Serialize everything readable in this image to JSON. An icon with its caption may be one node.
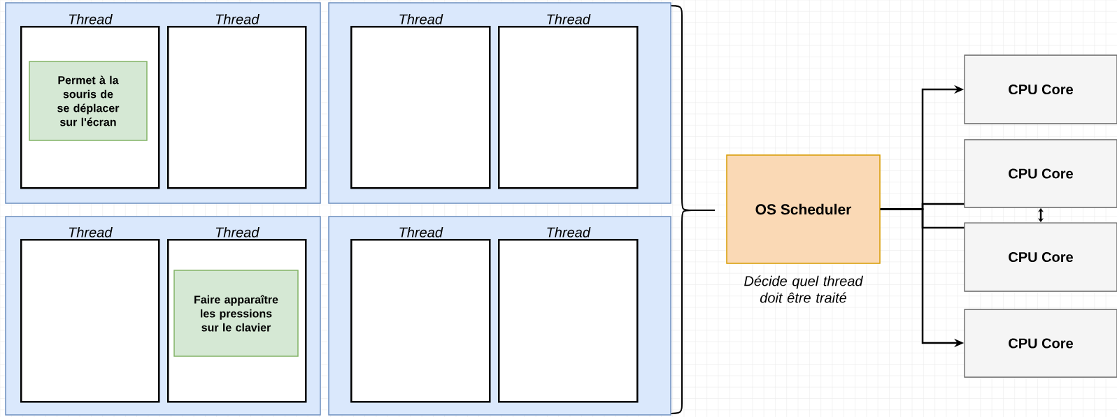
{
  "diagram": {
    "nodes": [
      {
        "text": [],
        "shape": "box"
      },
      {
        "text": [
          "Thread"
        ],
        "in": 0
      },
      {
        "text": [
          "Thread"
        ],
        "in": 0
      },
      {
        "text": [
          "Permet à la souris de se déplacer sur l'écran"
        ],
        "in": 1
      },
      {
        "text": [],
        "shape": "box"
      },
      {
        "text": [
          "Thread"
        ],
        "in": 4
      },
      {
        "text": [
          "Thread"
        ],
        "in": 4
      },
      {
        "text": [],
        "shape": "box"
      },
      {
        "text": [
          "Thread"
        ],
        "in": 7
      },
      {
        "text": [
          "Thread"
        ],
        "in": 7
      },
      {
        "text": [
          "Faire apparaître les pressions sur le clavier"
        ],
        "in": 9
      },
      {
        "text": [],
        "shape": "box"
      },
      {
        "text": [
          "Thread"
        ],
        "in": 11
      },
      {
        "text": [
          "Thread"
        ],
        "in": 11
      },
      {
        "text": [
          "OS Scheduler"
        ],
        "beside": [
          "Décide quel thread doit être traité"
        ]
      },
      {
        "text": [
          "CPU Core"
        ]
      },
      {
        "text": [
          "CPU Core"
        ]
      },
      {
        "text": [
          "CPU Core"
        ]
      },
      {
        "text": [
          "CPU Core"
        ]
      }
    ],
    "edges": [
      {
        "from": 14,
        "to": 15,
        "arrow": "to"
      },
      {
        "from": 14,
        "to": 16,
        "arrow": "none"
      },
      {
        "from": 14,
        "to": 17,
        "arrow": "none"
      },
      {
        "from": 14,
        "to": 18,
        "arrow": "to"
      },
      {
        "from": 16,
        "to": 17,
        "arrow": "both"
      }
    ]
  }
}
